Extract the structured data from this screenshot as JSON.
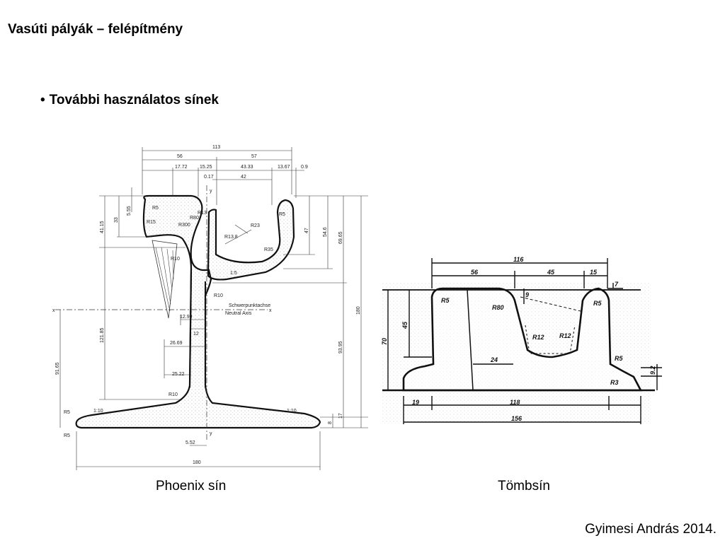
{
  "slide": {
    "title": "Vasúti pályák – felépítmény",
    "bullet": "További használatos sínek",
    "author": "Gyimesi András 2014."
  },
  "figures": {
    "phoenix": {
      "caption": "Phoenix sín",
      "labels": {
        "w113": "113",
        "w56": "56",
        "w57": "57",
        "w1772": "17.72",
        "w1525": "15.25",
        "w4333": "43.33",
        "w1367": "13.67",
        "w09": "0.9",
        "w017": "0.17",
        "w42": "42",
        "h4115": "41.15",
        "h33": "33",
        "h555": "5.55",
        "h47": "47",
        "h546": "54.6",
        "h6965": "69.65",
        "h180": "180",
        "h12185": "121.85",
        "h9165": "91.65",
        "h9395": "93.95",
        "h17": "17",
        "h8": "8",
        "r10a": "R10",
        "r10b": "R10",
        "r10c": "R10",
        "r5": "R5",
        "r13": "R13",
        "r23": "R23",
        "r138": "R13.8",
        "r35": "R35",
        "r15": "R15",
        "r300": "R300",
        "r80": "R80",
        "w1299": "12.99",
        "w12": "12",
        "w2669": "26.69",
        "w2522": "25.22",
        "w552": "5.52",
        "w180": "180",
        "slope15": "1:5",
        "slope110a": "1:10",
        "slope110b": "1:10",
        "axis1": "Schwerpunktachse",
        "axis2": "Neutral Axis",
        "x": "x",
        "y": "y"
      }
    },
    "tombsin": {
      "caption": "Tömbsín",
      "labels": {
        "w116": "116",
        "w56": "56",
        "w45": "45",
        "w15": "15",
        "h7": "7",
        "h9": "9",
        "h70": "70",
        "h45": "45",
        "r5a": "R5",
        "r80": "R80",
        "r12a": "R12",
        "r12b": "R12",
        "r5b": "R5",
        "r5c": "R5",
        "r3": "R3",
        "w24": "24",
        "h92": "9.2",
        "w19": "19",
        "w118": "118",
        "w156": "156"
      }
    }
  }
}
